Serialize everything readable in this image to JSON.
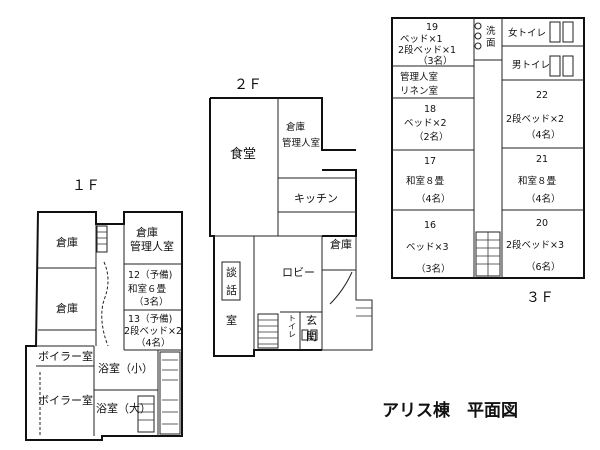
{
  "title": "アリス棟　平面図",
  "floor_1f": {
    "label": "１Ｆ",
    "storage_a": "倉庫",
    "storage_b": "倉庫",
    "manager_l1": "倉庫",
    "manager_l2": "管理人室",
    "room12_l1": "12（予備)",
    "room12_l2": "和室６畳",
    "room12_l3": "（3名）",
    "room13_l1": "13（予備)",
    "room13_l2": "2段ベッド×2",
    "room13_l3": "（4名）",
    "boiler_a": "ボイラー室",
    "boiler_b": "ボイラー室",
    "bath_small": "浴室（小）",
    "bath_large": "浴室（大）"
  },
  "floor_2f": {
    "label": "２Ｆ",
    "dining": "食堂",
    "manager_l1": "倉庫",
    "manager_l2": "管理人室",
    "kitchen": "キッチン",
    "lobby": "ロビー",
    "storage": "倉庫",
    "lounge_c1": "談",
    "lounge_c2": "話",
    "lounge_c3": "室",
    "toilet": "トイレ",
    "entrance_c1": "玄",
    "entrance_c2": "関"
  },
  "floor_3f": {
    "label": "３Ｆ",
    "room19_l1": "19",
    "room19_l2": "ベッド×1",
    "room19_l3": "2段ベッド×1",
    "room19_l4": "（3名）",
    "wash_c1": "洗",
    "wash_c2": "面",
    "women_toilet": "女トイレ",
    "men_toilet": "男トイレ",
    "manager_l1": "管理人室",
    "manager_l2": "リネン室",
    "room18_l1": "18",
    "room18_l2": "ベッド×2",
    "room18_l3": "（2名）",
    "room22_l1": "22",
    "room22_l2": "2段ベッド×2",
    "room22_l3": "（4名）",
    "room17_l1": "17",
    "room17_l2": "和室８畳",
    "room17_l3": "（4名）",
    "room21_l1": "21",
    "room21_l2": "和室８畳",
    "room21_l3": "（4名）",
    "room16_l1": "16",
    "room16_l2": "ベッド×3",
    "room16_l3": "（3名）",
    "room20_l1": "20",
    "room20_l2": "2段ベッド×3",
    "room20_l3": "（6名）"
  }
}
